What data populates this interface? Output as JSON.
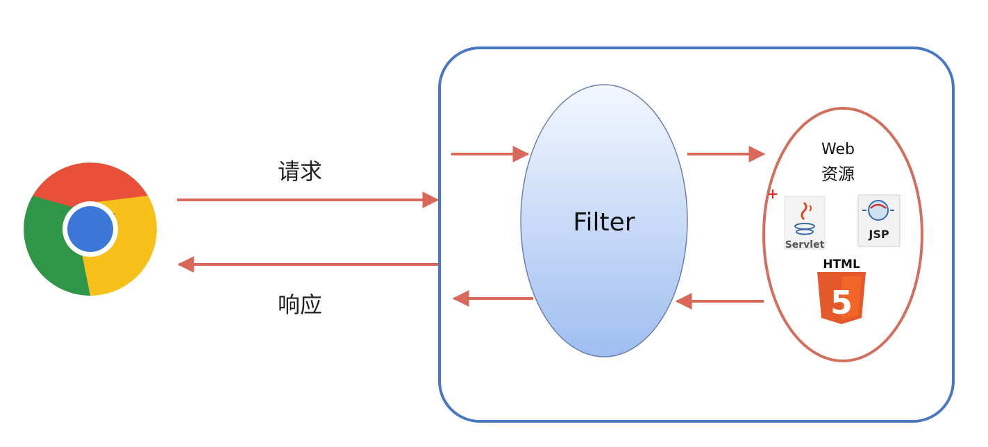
{
  "labels": {
    "request": "请求",
    "response": "响应",
    "filter": "Filter",
    "web_line1": "Web",
    "web_line2": "资源",
    "servlet": "Servlet",
    "jsp": "JSP",
    "html": "HTML",
    "html_version": "5",
    "plus": "+"
  },
  "colors": {
    "server_border": "#4a78c0",
    "arrow": "#d9685a",
    "filter_fill_top": "#ffffff",
    "filter_fill_bottom": "#a9c6f2",
    "filter_stroke": "#6b7fa8",
    "web_border": "#d26e5e",
    "html5_orange": "#e4582b",
    "html5_light": "#f16529"
  },
  "icons": {
    "browser": "chrome-icon",
    "servlet": "java-servlet-icon",
    "jsp": "jsp-icon",
    "html": "html5-icon"
  }
}
